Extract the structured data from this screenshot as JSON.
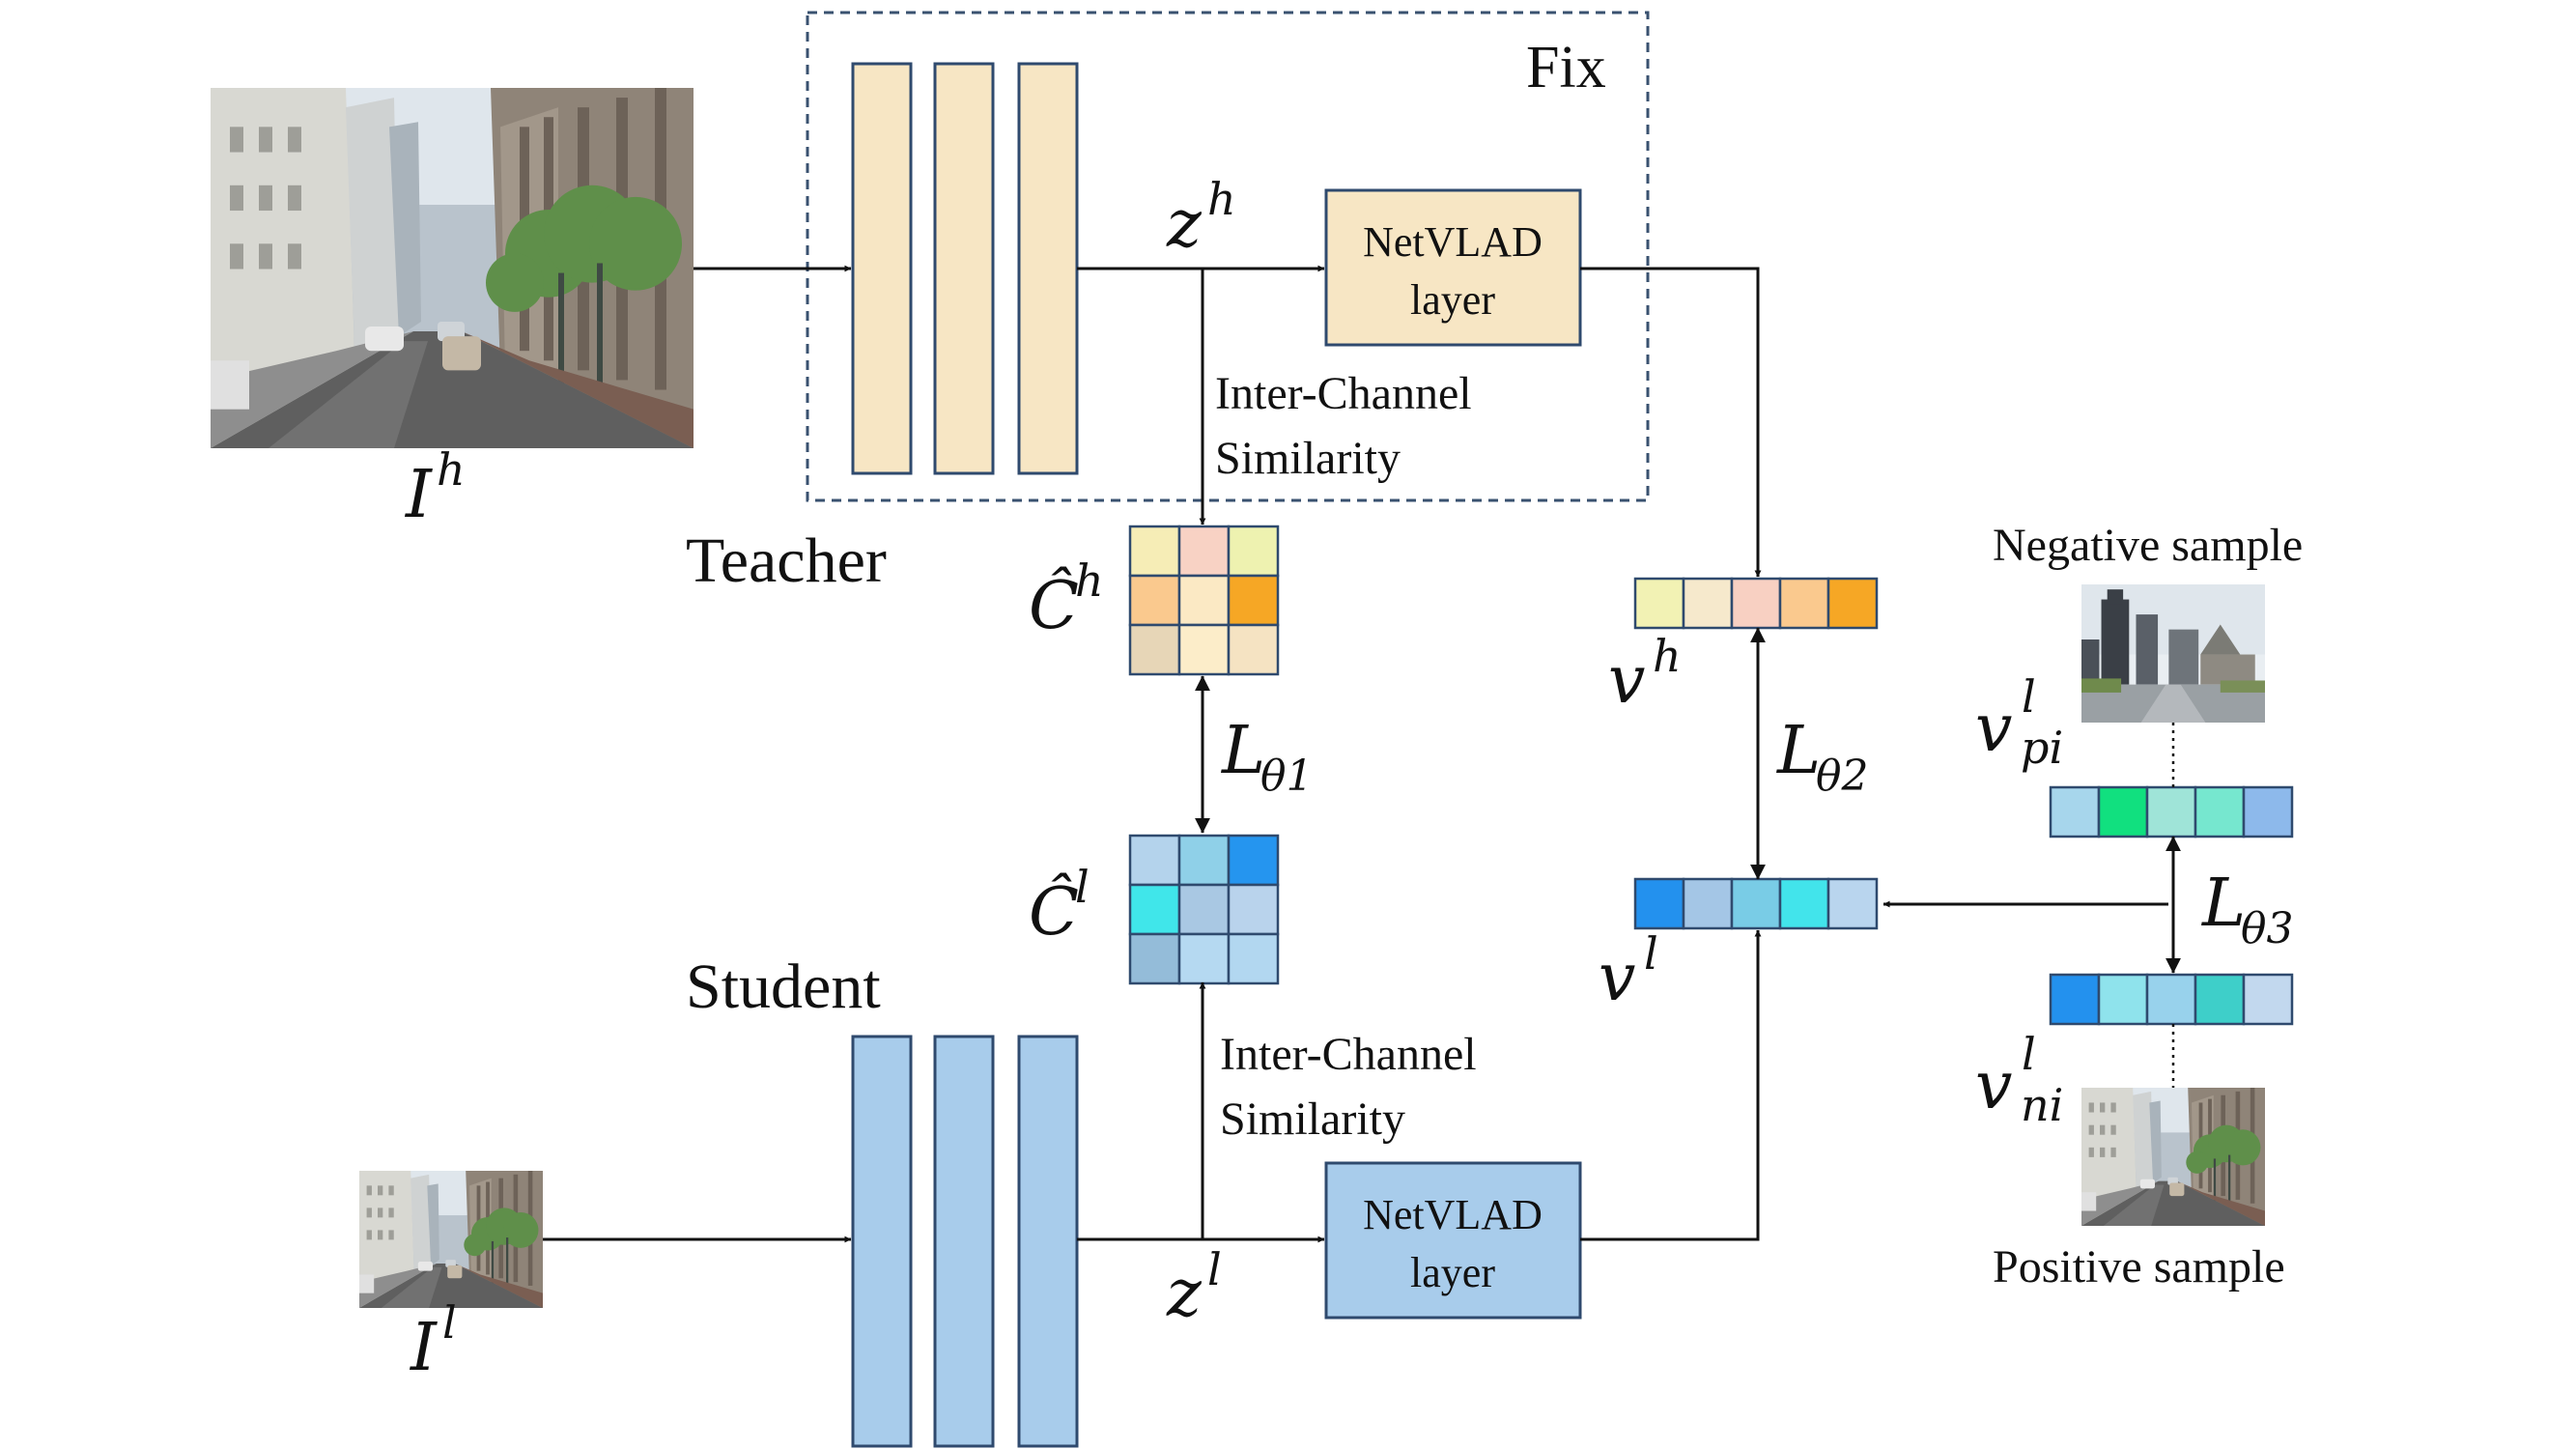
{
  "labels": {
    "fix": "Fix",
    "teacher": "Teacher",
    "student": "Student",
    "netvlad_line1": "NetVLAD",
    "netvlad_line2": "layer",
    "inter_channel_line1": "Inter-Channel",
    "inter_channel_line2": "Similarity",
    "negative_sample": "Negative sample",
    "positive_sample": "Positive sample"
  },
  "math": {
    "I_h_base": "I",
    "I_h_sup": "h",
    "I_l_base": "I",
    "I_l_sup": "l",
    "z_h_base": "z",
    "z_h_sup": "h",
    "z_l_base": "z",
    "z_l_sup": "l",
    "C_h_base": "Ĉ",
    "C_h_sup": "h",
    "C_l_base": "Ĉ",
    "C_l_sup": "l",
    "v_h_base": "v",
    "v_h_sup": "h",
    "v_l_base": "v",
    "v_l_sup": "l",
    "v_pi_base": "v",
    "v_pi_sup": "l",
    "v_pi_sub": "pi",
    "v_ni_base": "v",
    "v_ni_sup": "l",
    "v_ni_sub": "ni",
    "L1_base": "L",
    "L1_sub": "θ1",
    "L2_base": "L",
    "L2_sub": "θ2",
    "L3_base": "L",
    "L3_sub": "θ3"
  },
  "colors": {
    "teacher_block": "#F7E6C4",
    "student_block": "#A8CCEB",
    "netvlad_teacher": "#F7E6C4",
    "netvlad_student": "#A8CCEB",
    "block_stroke": "#2F4A6E",
    "fix_box_stroke": "#3A5270",
    "arrow": "#111111",
    "matrix_C_h": [
      "#F6EDB6",
      "#F8D2C4",
      "#EEF2B0",
      "#FAC98E",
      "#FBE9C4",
      "#F6A725",
      "#E7D6B7",
      "#FCEDC9",
      "#F5E3C2"
    ],
    "matrix_C_l": [
      "#B4D3EC",
      "#8FD0E8",
      "#2595EF",
      "#40E6EA",
      "#A9C8E3",
      "#B9D3EC",
      "#94BCD9",
      "#B5D9F1",
      "#B2D7F0"
    ],
    "vector_v_h": [
      "#F2F2B4",
      "#F6E9CC",
      "#F8D0C2",
      "#FAC98E",
      "#F6A725"
    ],
    "vector_v_l": [
      "#2391EE",
      "#A4C6E6",
      "#79CCE6",
      "#42E4EB",
      "#B9D5EE"
    ],
    "vector_v_pi": [
      "#A7D6EC",
      "#11E07F",
      "#9FE4D8",
      "#76E7CF",
      "#8DB9EB"
    ],
    "vector_v_ni": [
      "#2391EE",
      "#8FE3EC",
      "#98D2EC",
      "#3ECFC9",
      "#C2D8EE"
    ]
  },
  "images": {
    "high_res_scene": "street-scene-photo",
    "low_res_scene": "street-scene-photo",
    "negative_scene": "city-skyline-photo",
    "positive_scene": "street-scene-photo"
  }
}
